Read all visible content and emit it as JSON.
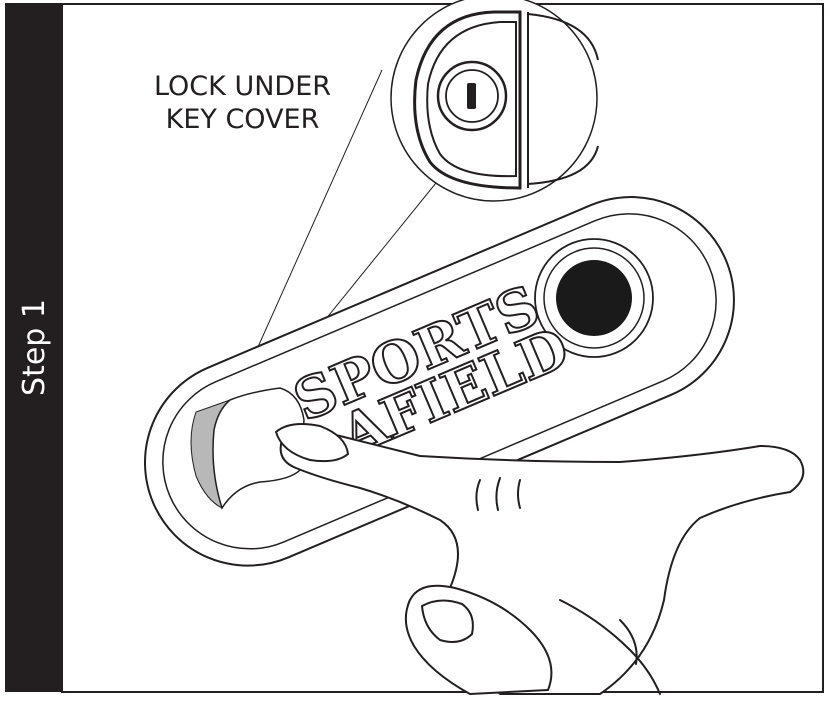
{
  "step_label": "Step 1",
  "callout": {
    "line1": "LOCK UNDER",
    "line2": "KEY COVER"
  },
  "brand": {
    "line1": "SPORTS",
    "line2": "AFIELD"
  },
  "colors": {
    "tab": "#231f20",
    "line": "#231f20",
    "background": "#ffffff",
    "cover_shade": "#b8b8b8"
  }
}
